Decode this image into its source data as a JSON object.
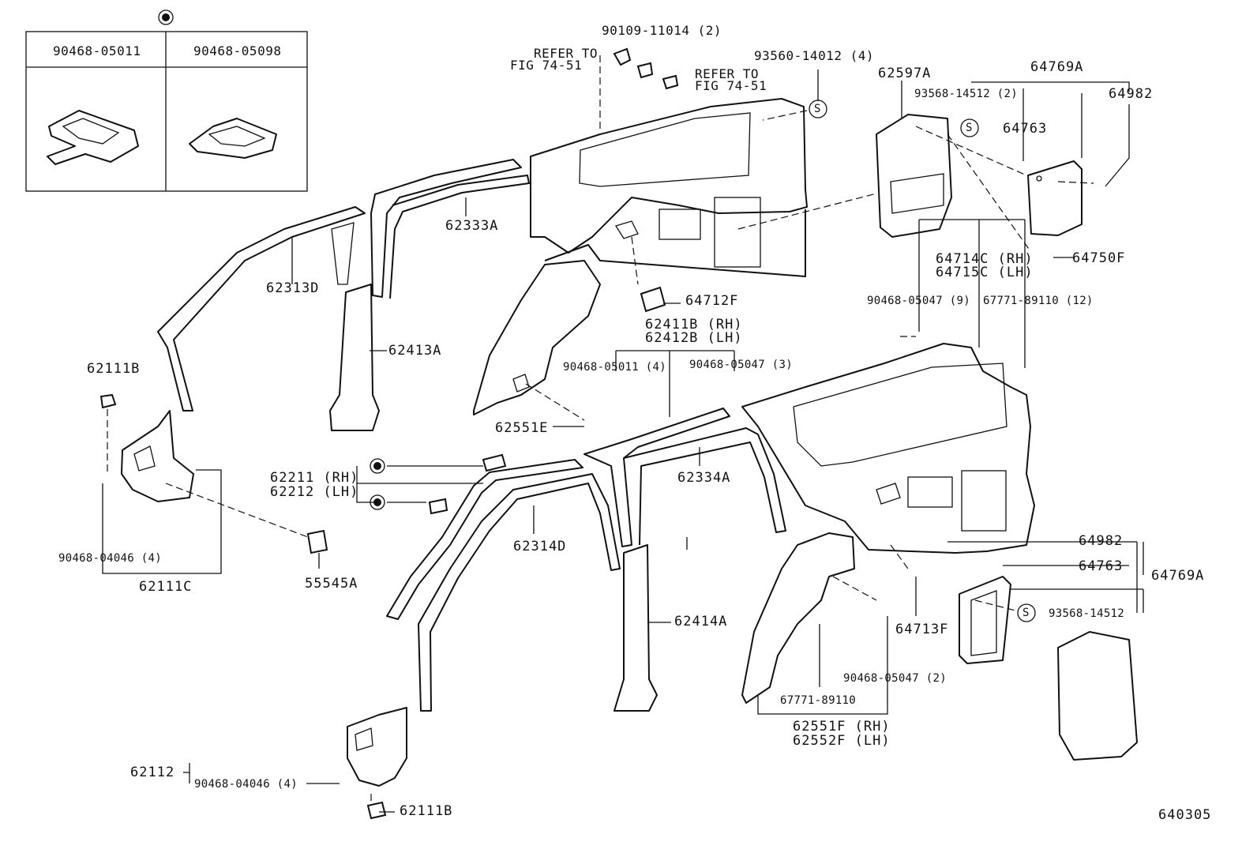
{
  "inset": {
    "symbol": "●",
    "columns": [
      "90468-05011",
      "90468-05098"
    ]
  },
  "labels": {
    "p90109": "90109-11014 (2)",
    "refer1a": "REFER TO",
    "refer1b": "FIG 74-51",
    "refer2a": "REFER TO",
    "refer2b": "FIG 74-51",
    "p93560": "93560-14012 (4)",
    "p62597A": "62597A",
    "p64769A_top": "64769A",
    "p93568_top": "93568-14512 (2)",
    "p64982_top": "64982",
    "p64763_top": "64763",
    "p64750F": "64750F",
    "p64714C": "64714C (RH)",
    "p64715C": "64715C (LH)",
    "p90468_05047_9": "90468-05047 (9)",
    "p67771_12": "67771-89110 (12)",
    "p62333A": "62333A",
    "p62313D": "62313D",
    "p62413A": "62413A",
    "p64712F": "64712F",
    "p62411B": "62411B (RH)",
    "p62412B": "62412B (LH)",
    "p90468_05011_4": "90468-05011 (4)",
    "p90468_05047_3": "90468-05047 (3)",
    "p62111B_top": "62111B",
    "p62551E": "62551E",
    "p62211": "62211 (RH)",
    "p62212": "62212 (LH)",
    "p62334A": "62334A",
    "p62314D": "62314D",
    "p90468_04046_a": "90468-04046 (4)",
    "p62111C": "62111C",
    "p55545A": "55545A",
    "p64982_bot": "64982",
    "p64763_bot": "64763",
    "p64769A_bot": "64769A",
    "p93568_bot": "93568-14512",
    "p62414A": "62414A",
    "p64713F": "64713F",
    "p90468_05047_2": "90468-05047 (2)",
    "p67771": "67771-89110",
    "p62551F": "62551F (RH)",
    "p62552F": "62552F (LH)",
    "p62112": "62112",
    "p90468_04046_b": "90468-04046 (4)",
    "p62111B_bot": "62111B",
    "fig_no": "640305"
  },
  "symbols": {
    "s_mark": "S",
    "dot_mark": "●"
  }
}
